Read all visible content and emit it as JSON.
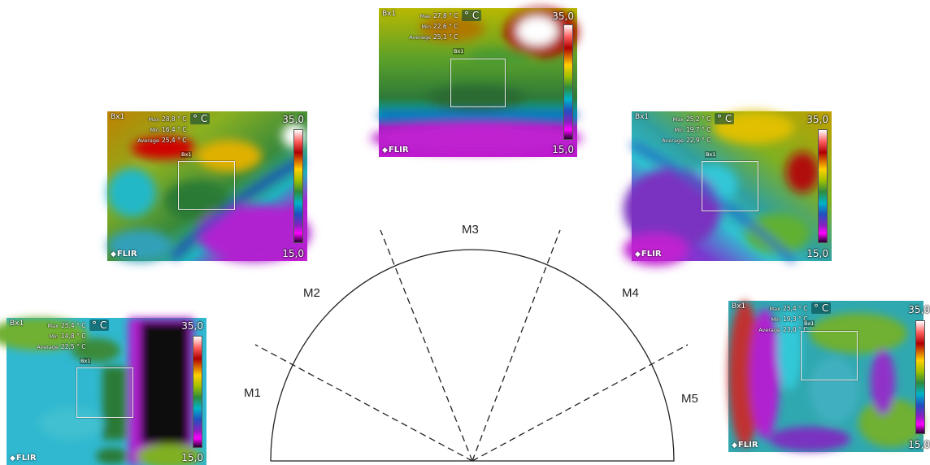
{
  "thermograms": [
    {
      "id": "top",
      "box_label": "Bx1",
      "max_label": "Max",
      "max": "27,8 ° C",
      "min_label": "Min",
      "min": "22,6 ° C",
      "avg_label": "Average",
      "avg": "25,1 ° C",
      "unit": "° C",
      "scale_max": "35,0",
      "scale_min": "15,0",
      "roi_label": "Bx1",
      "brand": "FLIR"
    },
    {
      "id": "upper-left",
      "box_label": "Bx1",
      "max_label": "Max",
      "max": "28,8 ° C",
      "min_label": "Min",
      "min": "16,4 ° C",
      "avg_label": "Average",
      "avg": "25,4 ° C",
      "unit": "° C",
      "scale_max": "35,0",
      "scale_min": "15,0",
      "roi_label": "Bx1",
      "brand": "FLIR"
    },
    {
      "id": "upper-right",
      "box_label": "Bx1",
      "max_label": "Max",
      "max": "25,2 ° C",
      "min_label": "Min",
      "min": "19,7 ° C",
      "avg_label": "Average",
      "avg": "22,9 ° C",
      "unit": "° C",
      "scale_max": "35,0",
      "scale_min": "15,0",
      "roi_label": "Bx1",
      "brand": "FLIR"
    },
    {
      "id": "lower-left",
      "box_label": "Bx1",
      "max_label": "Max",
      "max": "25,4 ° C",
      "min_label": "Min",
      "min": "14,8 ° C",
      "avg_label": "Average",
      "avg": "22,5 ° C",
      "unit": "° C",
      "scale_max": "35,0",
      "scale_min": "15,0",
      "roi_label": "Bx1",
      "brand": "FLIR"
    },
    {
      "id": "lower-right",
      "box_label": "Bx1",
      "max_label": "Max",
      "max": "25,4 ° C",
      "min_label": "Min",
      "min": "19,3 ° C",
      "avg_label": "Average",
      "avg": "23,0 ° C",
      "unit": "° C",
      "scale_max": "35,0",
      "scale_min": "15,0",
      "roi_label": "Bx1",
      "brand": "FLIR"
    }
  ],
  "diagram": {
    "labels": {
      "m1": "M1",
      "m2": "M2",
      "m3": "M3",
      "m4": "M4",
      "m5": "M5"
    },
    "line_color": "#222222"
  }
}
